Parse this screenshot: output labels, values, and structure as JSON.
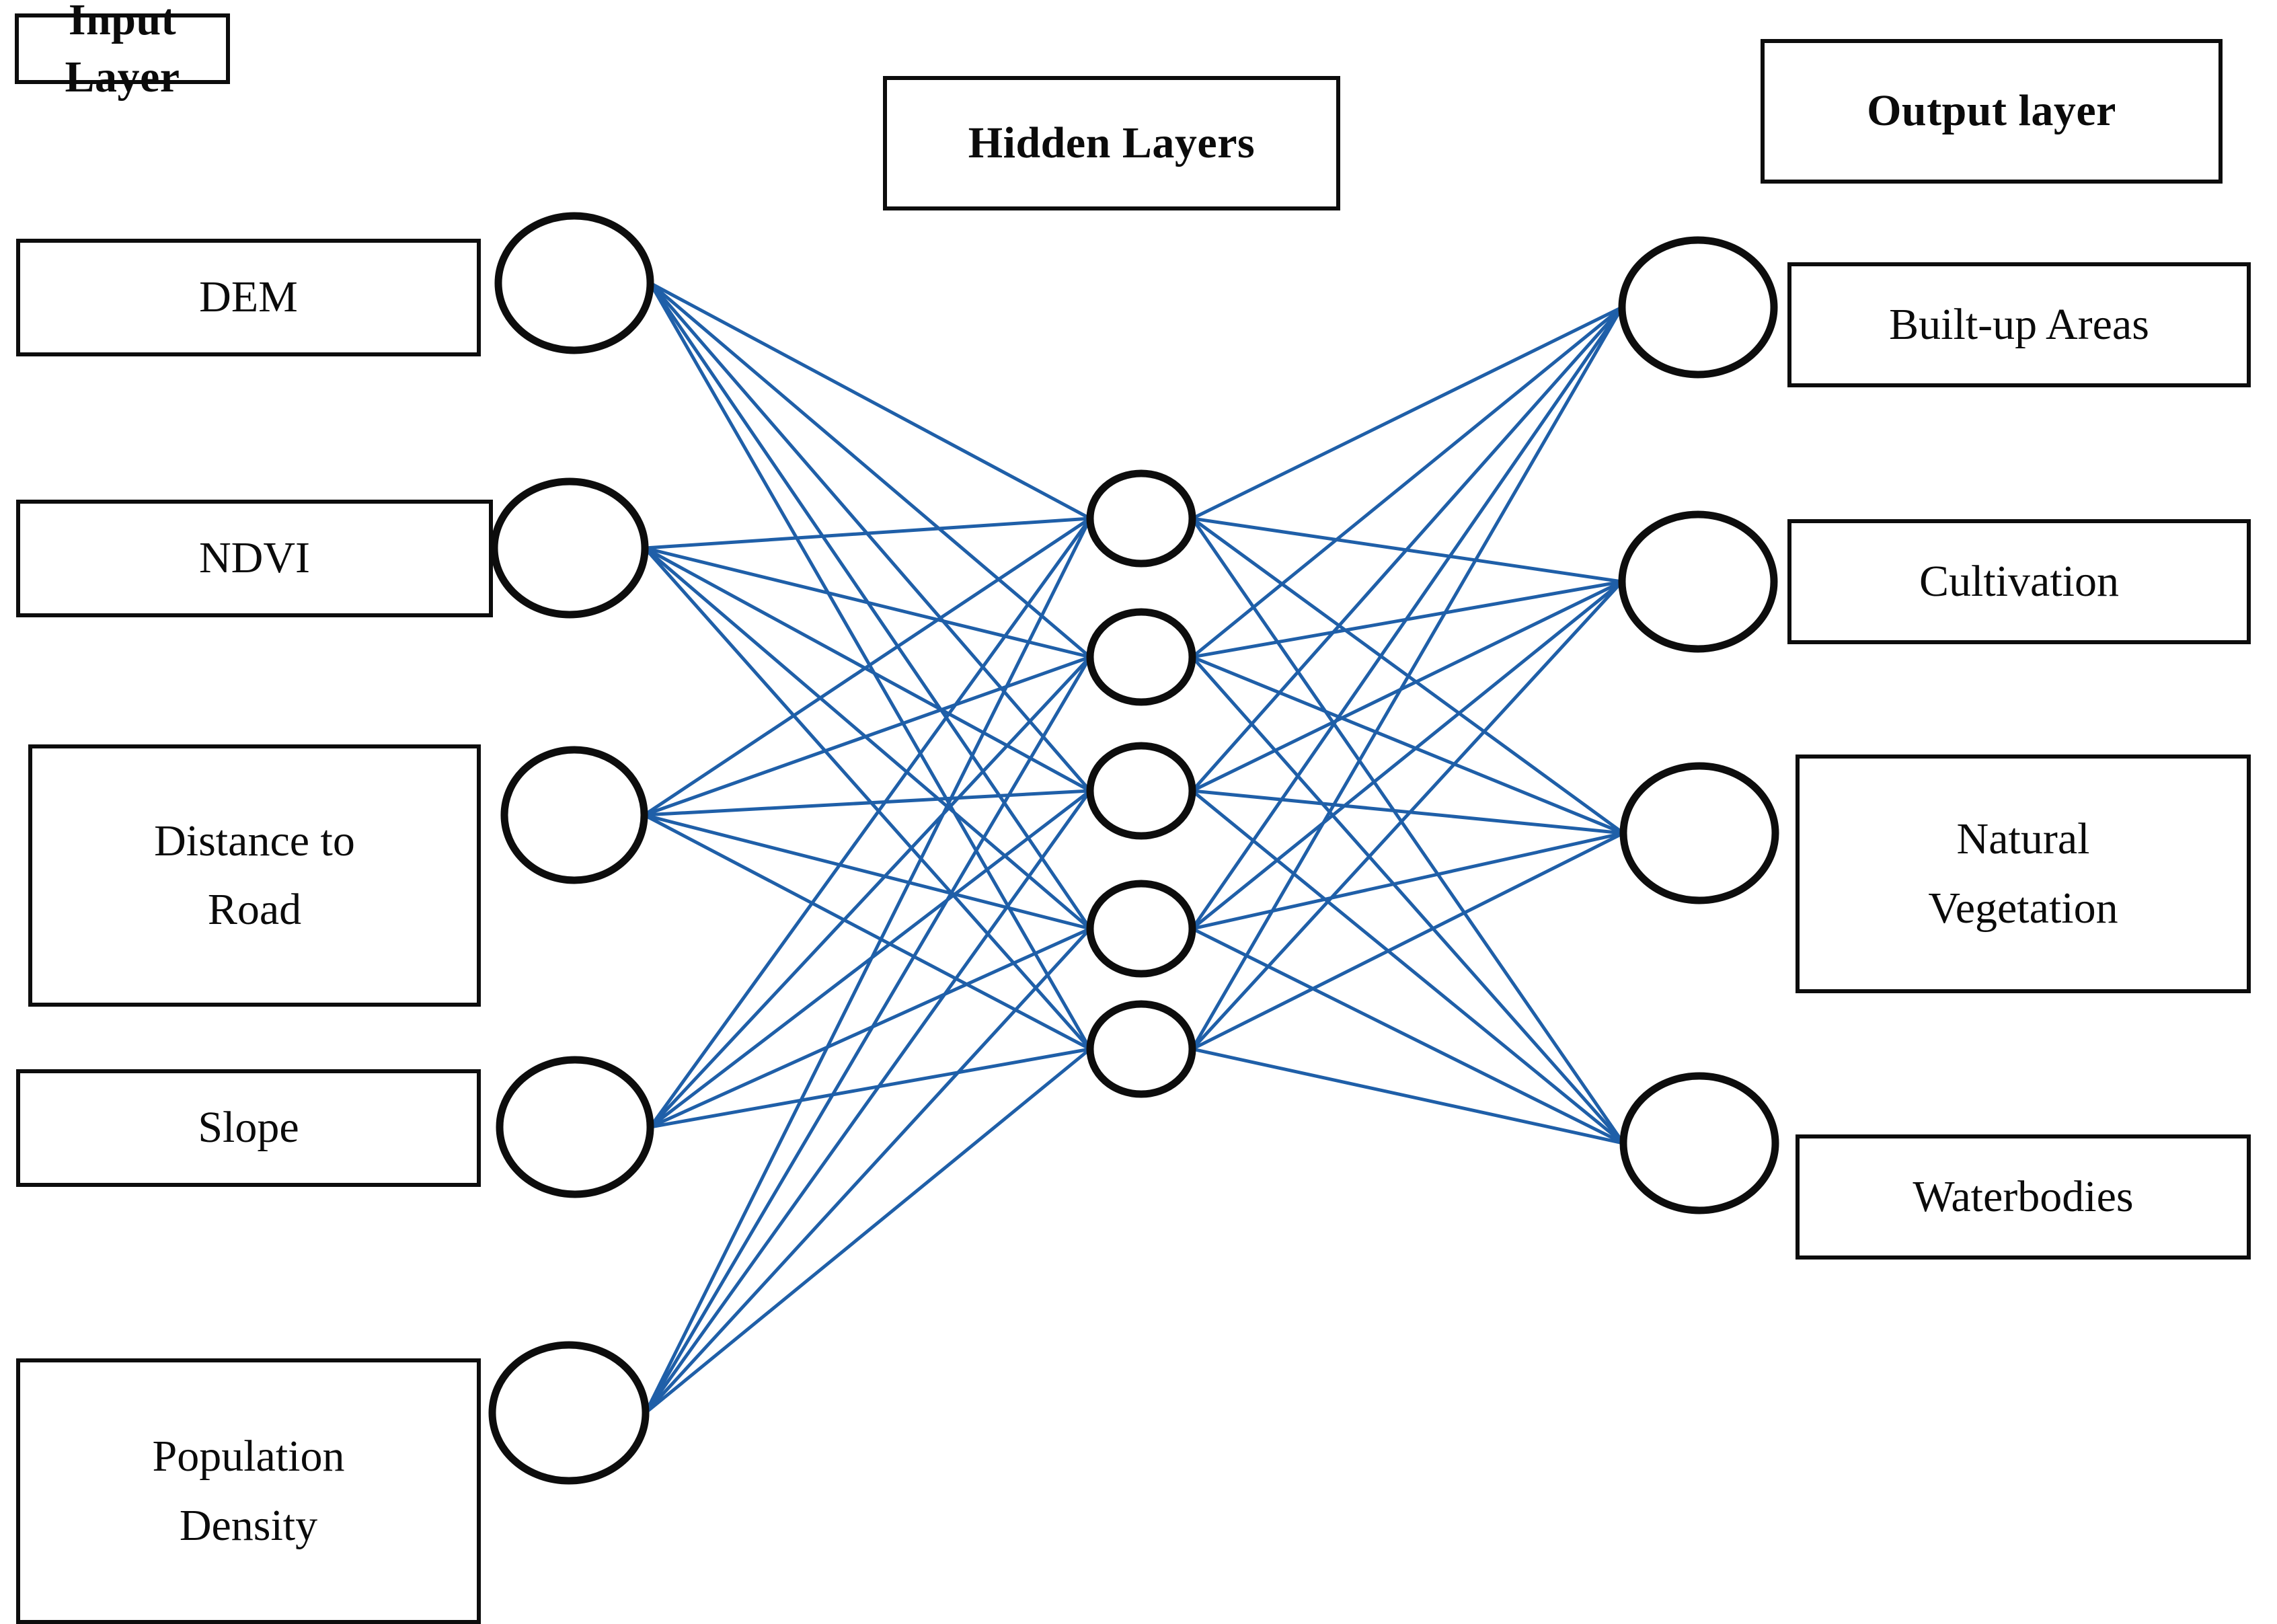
{
  "diagram": {
    "title": "Artificial Neural Network architecture for land-use classification",
    "type": "neural-network",
    "edge_color": "#1f5fa8",
    "node_stroke_color": "#0d0d0d",
    "box_border_color": "#0d0d0d",
    "background_color": "#ffffff"
  },
  "headers": {
    "input": "Input Layer",
    "hidden": "Hidden Layers",
    "output": "Output layer"
  },
  "input_layer": {
    "name": "Input Layer",
    "node_count": 5,
    "items": [
      {
        "label": "DEM",
        "lines": [
          "DEM"
        ]
      },
      {
        "label": "NDVI",
        "lines": [
          "NDVI"
        ]
      },
      {
        "label": "Distance to Road",
        "lines": [
          "Distance to",
          "Road"
        ]
      },
      {
        "label": "Slope",
        "lines": [
          "Slope"
        ]
      },
      {
        "label": "Population Density",
        "lines": [
          "Population",
          "Density"
        ]
      }
    ]
  },
  "hidden_layer": {
    "name": "Hidden Layers",
    "node_count": 5,
    "nodes": [
      "h1",
      "h2",
      "h3",
      "h4",
      "h5"
    ]
  },
  "output_layer": {
    "name": "Output layer",
    "node_count": 4,
    "items": [
      {
        "label": "Built-up Areas",
        "lines": [
          "Built-up Areas"
        ]
      },
      {
        "label": "Cultivation",
        "lines": [
          "Cultivation"
        ]
      },
      {
        "label": "Natural Vegetation",
        "lines": [
          "Natural",
          "Vegetation"
        ]
      },
      {
        "label": "Waterbodies",
        "lines": [
          "Waterbodies"
        ]
      }
    ]
  },
  "chart_data": {
    "type": "diagram",
    "title": "Artificial Neural Network architecture",
    "layers": [
      {
        "name": "Input Layer",
        "nodes": 5,
        "labels": [
          "DEM",
          "NDVI",
          "Distance to Road",
          "Slope",
          "Population Density"
        ]
      },
      {
        "name": "Hidden Layers",
        "nodes": 5,
        "labels": []
      },
      {
        "name": "Output layer",
        "nodes": 4,
        "labels": [
          "Built-up Areas",
          "Cultivation",
          "Natural Vegetation",
          "Waterbodies"
        ]
      }
    ],
    "edges": {
      "input_to_hidden": 25,
      "hidden_to_output": 20,
      "fully_connected": true
    }
  }
}
